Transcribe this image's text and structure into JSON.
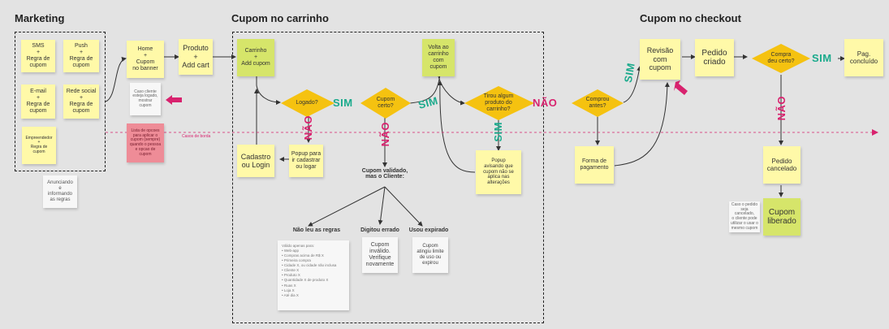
{
  "titles": {
    "marketing": "Marketing",
    "carrinho": "Cupom no carrinho",
    "checkout": "Cupom no checkout"
  },
  "marketing": {
    "sms": "SMS\n+\nRegra de\ncupom",
    "push": "Push\n+\nRegra de\ncupom",
    "email": "E-mail\n+\nRegra de\ncupom",
    "rede_social": "Rede social\n+\nRegra de\ncupom",
    "empreendedor": "Empreendedor\n+\nRegra de\ncupom",
    "anunciando": "Anunciando\ne\ninformando\nas regras"
  },
  "flow": {
    "home": "Home\n+\nCupom\nno banner",
    "caso_logado": "Caso cliente\nesteja logado,\nmostrar\ncupom",
    "pink_note": "Lista de opcoes\npara aplicar o\ncupom (sempre)\nquando o pessoa\ne opcao de\ncupom",
    "produto": "Produto\n+\nAdd cart",
    "carrinho": "Carrinho\n+\nAdd cupom",
    "logado": "Logado?",
    "cupom_certo": "Cupom\ncerto?",
    "volta": "Volta ao\ncarrinho\ncom cupom",
    "tirou": "Tirou algum\nproduto do\ncarrinho?",
    "comprou": "Comprou\nantes?",
    "cadastro": "Cadastro\nou Login",
    "popup_cadastrar": "Popup para\nir cadastrar\nou logar",
    "popup_avisando": "Popup\navisando que\ncupom não se\naplica nas\nalterações",
    "forma_pagamento": "Forma de\npagamento",
    "cupom_validado": "Cupom validado,\nmas o Cliente:",
    "nao_leu": "Não leu as regras",
    "digitou": "Digitou errado",
    "usou": "Usou expirado",
    "cupom_invalido": "Cupom\ninválido.\nVerifique\nnovamente",
    "cupom_limite": "Cupom\natingiu limite\nde uso ou\nexpirou",
    "regras_list": "Válido apenas para:\n• Web-app\n• Compras acima de R$ X\n• Primeira compra\n• Cidade X, ou cidade não inclusa\n• Cliente X\n• Produto X\n• Quantidade X de produto X\n• Ruas X\n• Loja X\n• Até dia X",
    "revisao": "Revisão\ncom\ncupom",
    "pedido_criado": "Pedido\ncriado",
    "compra_certo": "Compra\ndeu certo?",
    "pag_concluido": "Pag.\nconcluído",
    "pedido_cancelado": "Pedido\ncancelado",
    "caso_pedido": "Caso o pedido\nseja cancelado,\no cliente pode\nutilizar o usar o\nmesmo cupom",
    "cupom_liberado": "Cupom\nliberado"
  },
  "decisions": {
    "sim": "SIM",
    "nao": "NÃO"
  },
  "casos_borda": "Casos de borda",
  "colors": {
    "sticky": "#fff9a8",
    "green": "#d6e56a",
    "diamond": "#f5c210",
    "sim": "#1aaa8c",
    "nao": "#d8226e"
  }
}
